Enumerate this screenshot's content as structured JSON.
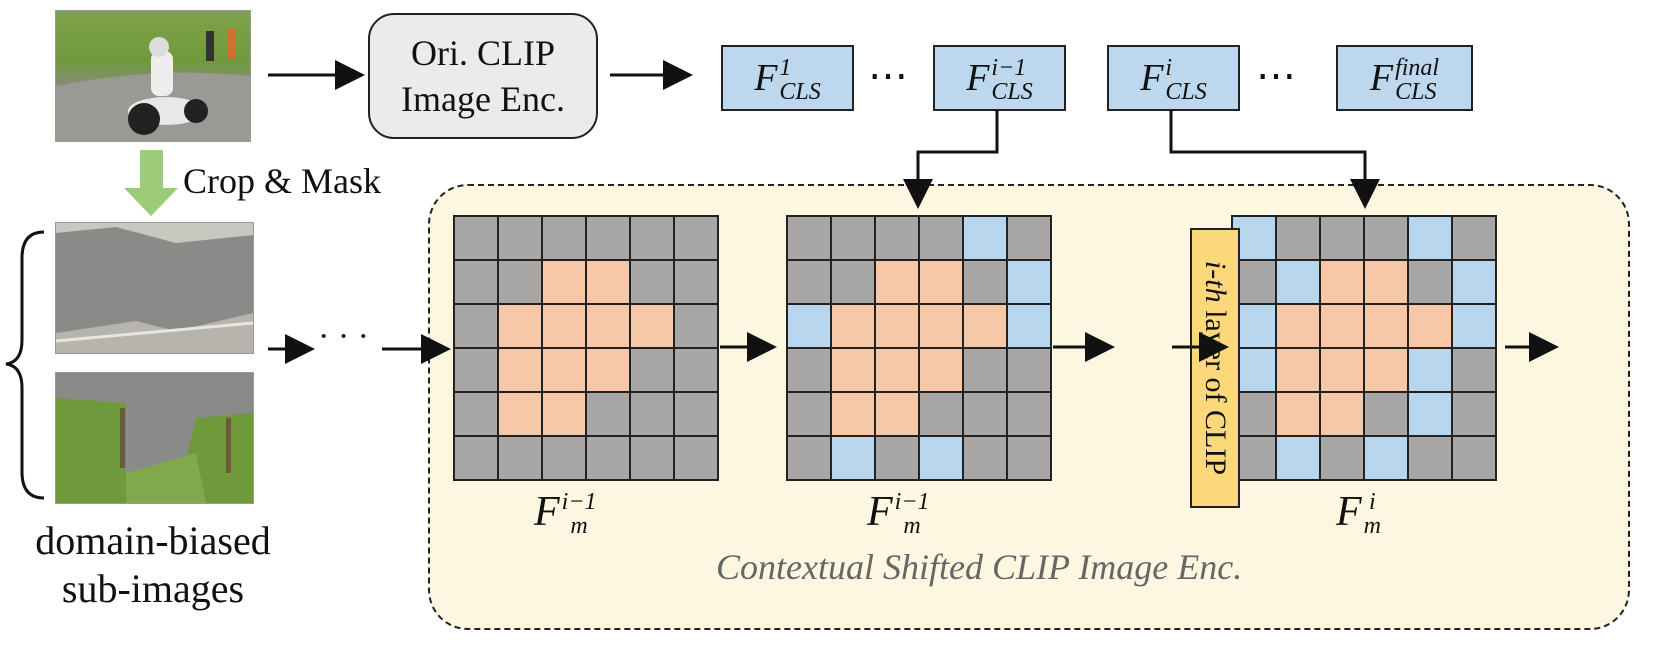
{
  "encoder": {
    "line1": "Ori. CLIP",
    "line2": "Image Enc."
  },
  "crop_label": "Crop & Mask",
  "tokens": [
    {
      "base": "F",
      "sup": "1",
      "sub": "CLS"
    },
    {
      "base": "F",
      "sup": "i−1",
      "sub": "CLS"
    },
    {
      "base": "F",
      "sup": "i",
      "sub": "CLS"
    },
    {
      "base": "F",
      "sup": "final",
      "sub": "CLS"
    }
  ],
  "ellipsis": "⋯",
  "ellipsis_small": "· · ·",
  "grids": [
    {
      "label_base": "F",
      "label_sup": "i−1",
      "label_sub": "m",
      "cells": [
        "g",
        "g",
        "g",
        "g",
        "g",
        "g",
        "g",
        "g",
        "o",
        "o",
        "g",
        "g",
        "g",
        "o",
        "o",
        "o",
        "o",
        "g",
        "g",
        "o",
        "o",
        "o",
        "g",
        "g",
        "g",
        "o",
        "o",
        "g",
        "g",
        "g",
        "g",
        "g",
        "g",
        "g",
        "g",
        "g"
      ]
    },
    {
      "label_base": "F",
      "label_sup": "i−1",
      "label_sub": "m",
      "cells": [
        "g",
        "g",
        "g",
        "g",
        "b",
        "g",
        "g",
        "g",
        "o",
        "o",
        "g",
        "b",
        "b",
        "o",
        "o",
        "o",
        "o",
        "b",
        "g",
        "o",
        "o",
        "o",
        "g",
        "g",
        "g",
        "o",
        "o",
        "g",
        "g",
        "g",
        "g",
        "b",
        "g",
        "b",
        "g",
        "g"
      ]
    },
    {
      "label_base": "F",
      "label_sup": "i",
      "label_sub": "m",
      "cells": [
        "b",
        "g",
        "g",
        "g",
        "b",
        "g",
        "g",
        "b",
        "o",
        "o",
        "g",
        "b",
        "b",
        "o",
        "o",
        "o",
        "o",
        "b",
        "b",
        "o",
        "o",
        "o",
        "b",
        "g",
        "g",
        "o",
        "o",
        "g",
        "b",
        "g",
        "g",
        "b",
        "g",
        "b",
        "g",
        "g"
      ]
    }
  ],
  "layer_box": {
    "prefix": "i-th",
    "rest": " layer of CLIP"
  },
  "panel_caption": "Contextual Shifted CLIP Image Enc.",
  "sub_images_label": {
    "line1": "domain-biased",
    "line2": "sub-images"
  },
  "colors": {
    "gray": "#a9a6a6",
    "orange": "#f6c8a8",
    "blue": "#b9d6ef",
    "layer": "#fbd97a",
    "panel": "#fdf6e1",
    "token": "#bcd7ee",
    "arrow_green": "#9ccc7a"
  }
}
